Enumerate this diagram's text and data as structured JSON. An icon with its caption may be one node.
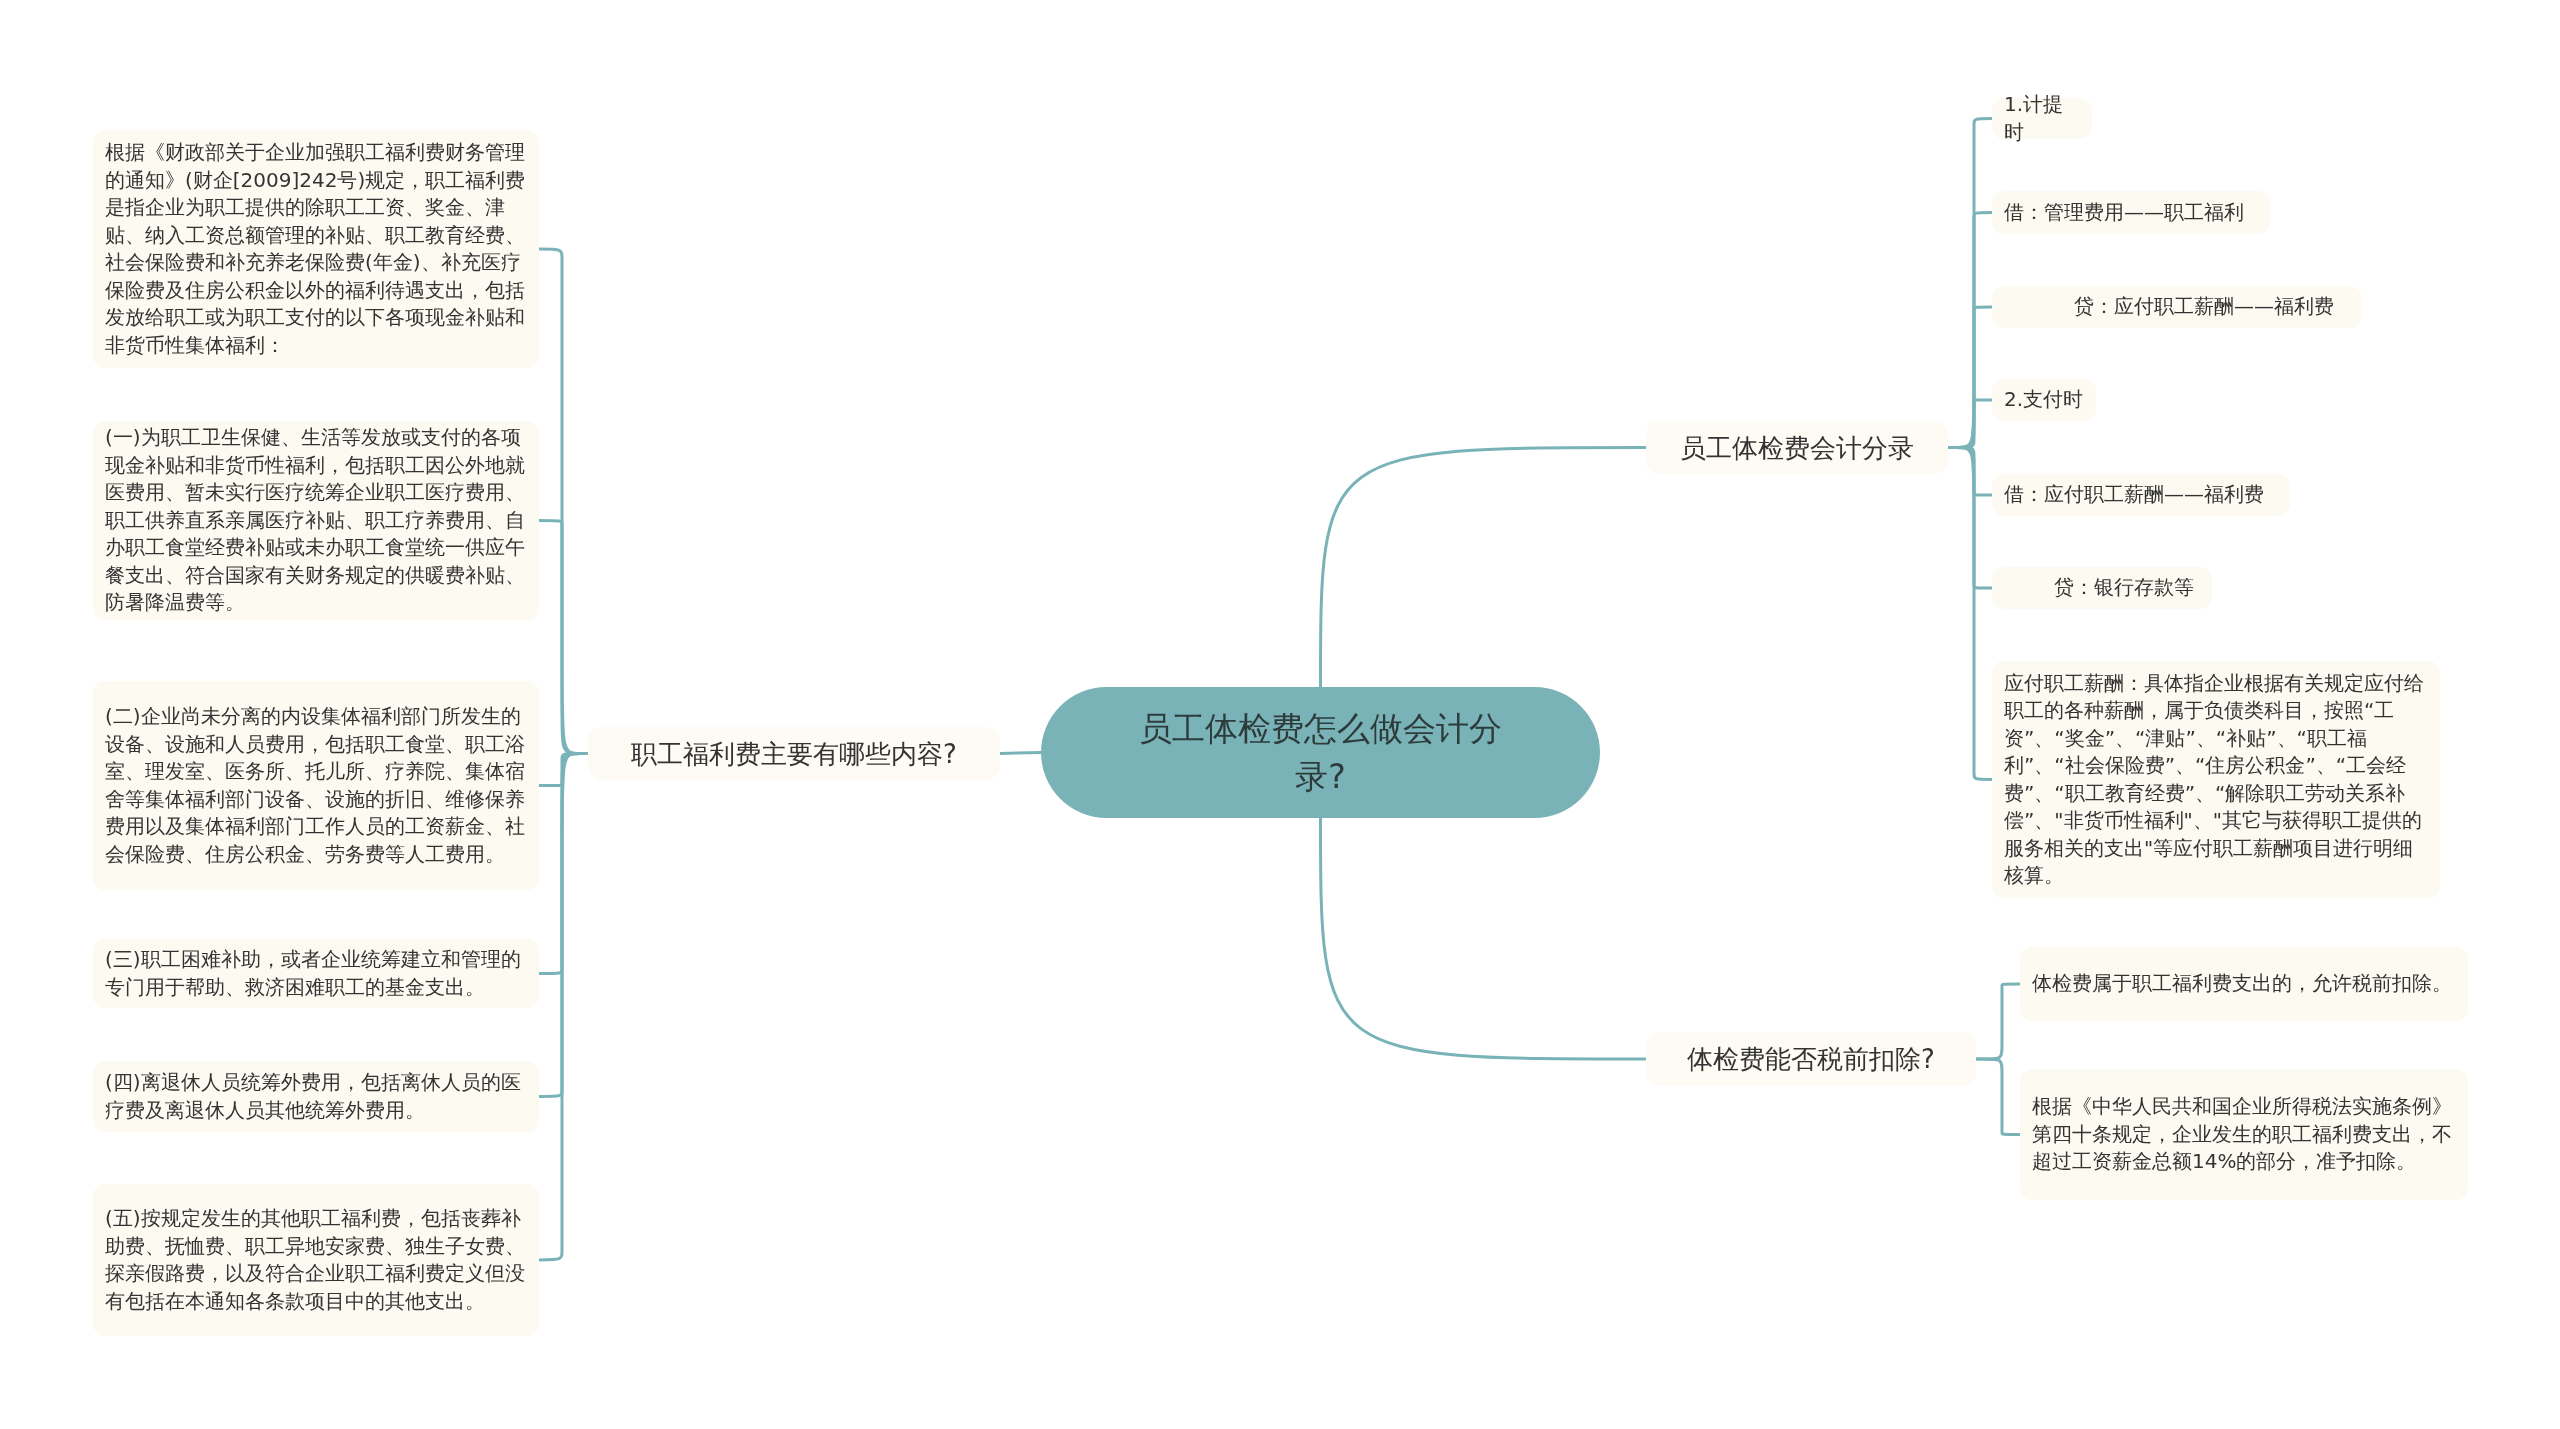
{
  "diagram": {
    "nodes": [
      {
        "text": [
          "员工体检费怎么做会计分录?"
        ]
      },
      {
        "text": [
          "职工福利费主要有哪些内容?"
        ]
      },
      {
        "text": [
          "根据《财政部关于企业加强职工福利费财务管理的通知》(财企[2009]242号)规定，职工福利费是指企业为职工提供的除职工工资、奖金、津贴、纳入工资总额管理的补贴、职工教育经费、社会保险费和补充养老保险费(年金)、补充医疗保险费及住房公积金以外的福利待遇支出，包括发放给职工或为职工支付的以下各项现金补贴和非货币性集体福利："
        ]
      },
      {
        "text": [
          "(一)为职工卫生保健、生活等发放或支付的各项现金补贴和非货币性福利，包括职工因公外地就医费用、暂未实行医疗统筹企业职工医疗费用、职工供养直系亲属医疗补贴、职工疗养费用、自办职工食堂经费补贴或未办职工食堂统一供应午餐支出、符合国家有关财务规定的供暖费补贴、防暑降温费等。"
        ]
      },
      {
        "text": [
          "(二)企业尚未分离的内设集体福利部门所发生的设备、设施和人员费用，包括职工食堂、职工浴室、理发室、医务所、托儿所、疗养院、集体宿舍等集体福利部门设备、设施的折旧、维修保养费用以及集体福利部门工作人员的工资薪金、社会保险费、住房公积金、劳务费等人工费用。"
        ]
      },
      {
        "text": [
          "(三)职工困难补助，或者企业统筹建立和管理的专门用于帮助、救济困难职工的基金支出。"
        ]
      },
      {
        "text": [
          "(四)离退休人员统筹外费用，包括离休人员的医疗费及离退休人员其他统筹外费用。"
        ]
      },
      {
        "text": [
          "(五)按规定发生的其他职工福利费，包括丧葬补助费、抚恤费、职工异地安家费、独生子女费、探亲假路费，以及符合企业职工福利费定义但没有包括在本通知各条款项目中的其他支出。"
        ]
      },
      {
        "text": [
          "员工体检费会计分录"
        ]
      },
      {
        "text": [
          "1.计提时"
        ]
      },
      {
        "text": [
          "借：管理费用——职工福利"
        ]
      },
      {
        "text": [
          "贷：应付职工薪酬——福利费"
        ]
      },
      {
        "text": [
          "2.支付时"
        ]
      },
      {
        "text": [
          "借：应付职工薪酬——福利费"
        ]
      },
      {
        "text": [
          "贷：银行存款等"
        ]
      },
      {
        "text": [
          "应付职工薪酬：具体指企业根据有关规定应付给职工的各种薪酬，属于负债类科目，按照“工资”、“奖金”、“津贴”、“补贴”、“职工福利”、“社会保险费”、“住房公积金”、“工会经费”、“职工教育经费”、“解除职工劳动关系补偿”、\"非货币性福利\"、\"其它与获得职工提供的服务相关的支出\"等应付职工薪酬项目进行明细核算。"
        ]
      },
      {
        "text": [
          "体检费能否税前扣除?"
        ]
      },
      {
        "text": [
          "体检费属于职工福利费支出的，允许税前扣除。"
        ]
      },
      {
        "text": [
          "根据《中华人民共和国企业所得税法实施条例》第四十条规定，企业发生的职工福利费支出，不超过工资薪金总额14%的部分，准予扣除。"
        ]
      }
    ],
    "edges": [
      {
        "from": 0,
        "to": 1,
        "arrow": "none"
      },
      {
        "from": 0,
        "to": 8,
        "arrow": "none"
      },
      {
        "from": 0,
        "to": 16,
        "arrow": "none"
      },
      {
        "from": 1,
        "to": 2,
        "arrow": "none"
      },
      {
        "from": 1,
        "to": 3,
        "arrow": "none"
      },
      {
        "from": 1,
        "to": 4,
        "arrow": "none"
      },
      {
        "from": 1,
        "to": 5,
        "arrow": "none"
      },
      {
        "from": 1,
        "to": 6,
        "arrow": "none"
      },
      {
        "from": 1,
        "to": 7,
        "arrow": "none"
      },
      {
        "from": 8,
        "to": 9,
        "arrow": "none"
      },
      {
        "from": 8,
        "to": 10,
        "arrow": "none"
      },
      {
        "from": 8,
        "to": 11,
        "arrow": "none"
      },
      {
        "from": 8,
        "to": 12,
        "arrow": "none"
      },
      {
        "from": 8,
        "to": 13,
        "arrow": "none"
      },
      {
        "from": 8,
        "to": 14,
        "arrow": "none"
      },
      {
        "from": 8,
        "to": 15,
        "arrow": "none"
      },
      {
        "from": 16,
        "to": 17,
        "arrow": "none"
      },
      {
        "from": 16,
        "to": 18,
        "arrow": "none"
      }
    ]
  }
}
